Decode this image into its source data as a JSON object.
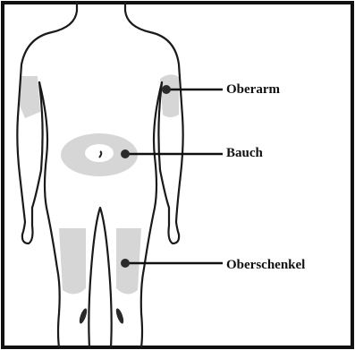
{
  "labels": {
    "upper_arm": "Oberarm",
    "abdomen": "Bauch",
    "thigh": "Oberschenkel"
  },
  "colors": {
    "border": "#111111",
    "outline": "#1a1a1a",
    "zone": "#d6d6d6",
    "dot": "#2a2a2a"
  }
}
